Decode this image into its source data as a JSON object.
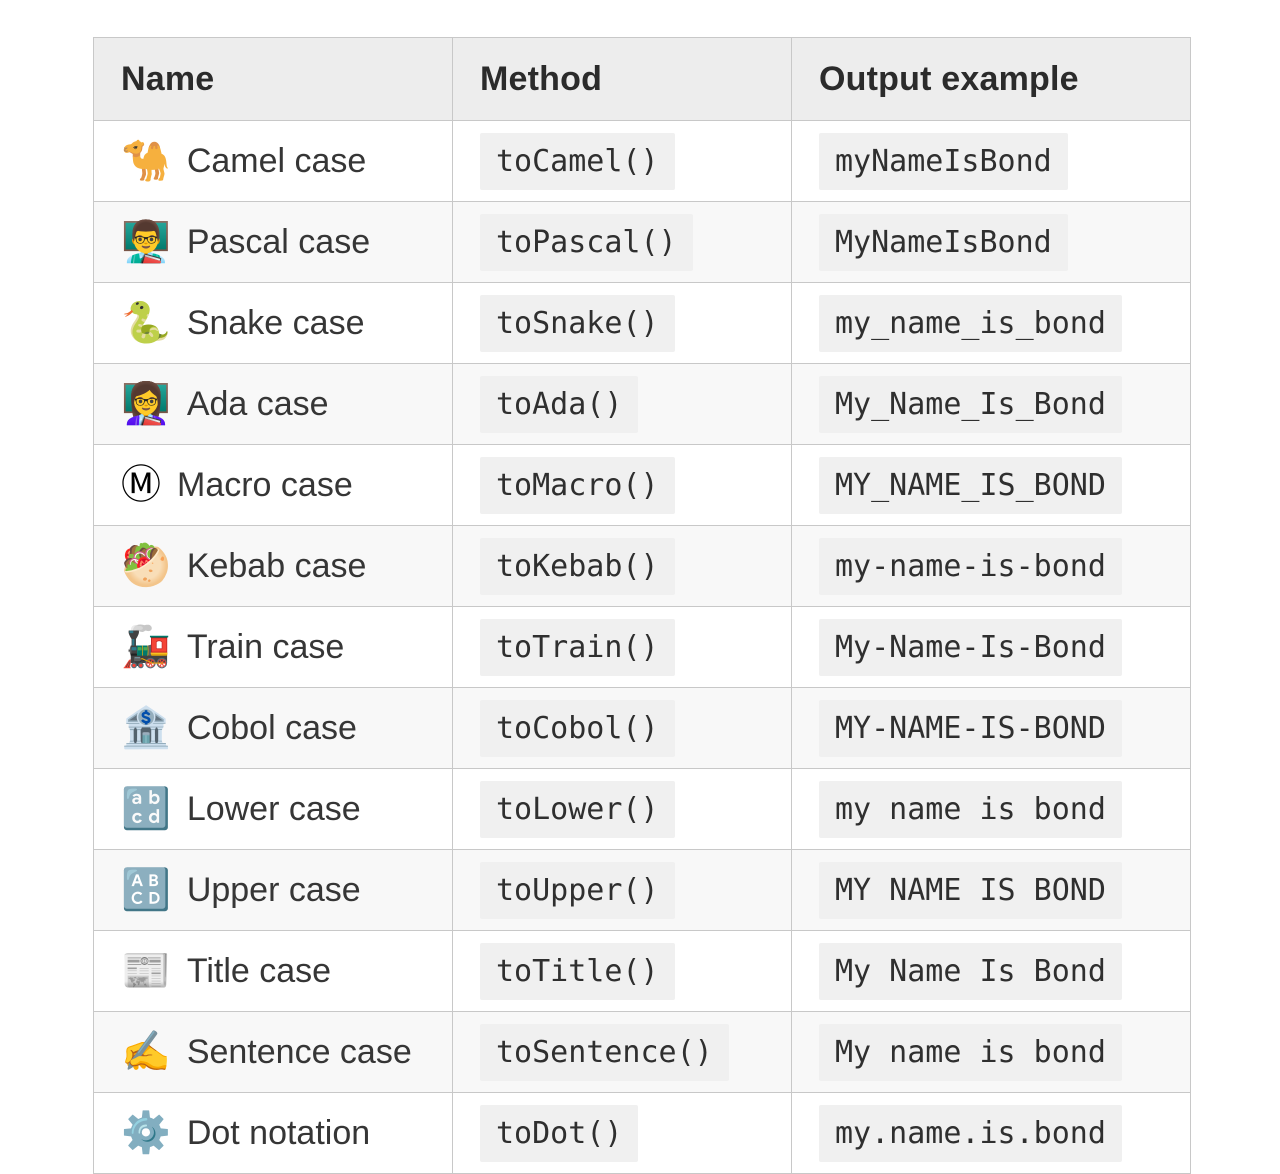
{
  "colors": {
    "page_bg": "#ffffff",
    "header_bg": "#ededed",
    "stripe_bg": "#f8f8f8",
    "chip_bg": "#f0f0f0",
    "border": "#c8c8c8",
    "heading_text": "#2b2b2b",
    "body_text": "#363636",
    "code_text": "#2f2f2f"
  },
  "table": {
    "headers": {
      "name": "Name",
      "method": "Method",
      "output": "Output example"
    },
    "rows": [
      {
        "icon": "camel",
        "emoji": "🐪",
        "name": "Camel case",
        "method": "toCamel()",
        "output": "myNameIsBond"
      },
      {
        "icon": "man-teacher",
        "emoji": "👨‍🏫",
        "name": "Pascal case",
        "method": "toPascal()",
        "output": "MyNameIsBond"
      },
      {
        "icon": "snake",
        "emoji": "🐍",
        "name": "Snake case",
        "method": "toSnake()",
        "output": "my_name_is_bond"
      },
      {
        "icon": "woman-teacher",
        "emoji": "👩‍🏫",
        "name": "Ada case",
        "method": "toAda()",
        "output": "My_Name_Is_Bond"
      },
      {
        "icon": "circled-m",
        "emoji": "Ⓜ",
        "name": "Macro case",
        "method": "toMacro()",
        "output": "MY_NAME_IS_BOND"
      },
      {
        "icon": "stuffed-flatbread",
        "emoji": "🥙",
        "name": "Kebab case",
        "method": "toKebab()",
        "output": "my-name-is-bond"
      },
      {
        "icon": "locomotive",
        "emoji": "🚂",
        "name": "Train case",
        "method": "toTrain()",
        "output": "My-Name-Is-Bond"
      },
      {
        "icon": "bank",
        "emoji": "🏦",
        "name": "Cobol case",
        "method": "toCobol()",
        "output": "MY-NAME-IS-BOND"
      },
      {
        "icon": "input-lowercase",
        "emoji": "🔡",
        "name": "Lower case",
        "method": "toLower()",
        "output": "my name is bond"
      },
      {
        "icon": "input-uppercase",
        "emoji": "🔠",
        "name": "Upper case",
        "method": "toUpper()",
        "output": "MY NAME IS BOND"
      },
      {
        "icon": "newspaper",
        "emoji": "📰",
        "name": "Title case",
        "method": "toTitle()",
        "output": "My Name Is Bond"
      },
      {
        "icon": "writing-hand",
        "emoji": "✍️",
        "name": "Sentence case",
        "method": "toSentence()",
        "output": "My name is bond"
      },
      {
        "icon": "gear",
        "emoji": "⚙️",
        "name": "Dot notation",
        "method": "toDot()",
        "output": "my.name.is.bond"
      }
    ]
  }
}
